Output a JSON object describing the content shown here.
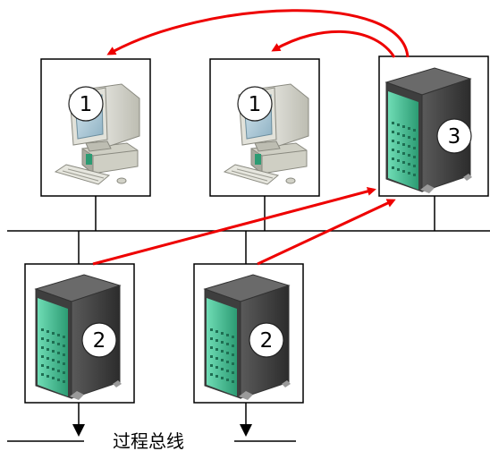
{
  "operator_stations": [
    {
      "badge": "1"
    },
    {
      "badge": "1"
    }
  ],
  "engineering_server": {
    "badge": "3"
  },
  "control_servers": [
    {
      "badge": "2"
    },
    {
      "badge": "2"
    }
  ],
  "process_bus": {
    "label": "过程总线"
  },
  "colors": {
    "arrow": "#ee0000",
    "line": "#000000",
    "monitor": "#d6d6cc",
    "screen": "#a8c8d8",
    "server_body": "#4a4a4a",
    "server_front": "#3fbf95"
  },
  "icons": {
    "operator_station": "desktop-computer-icon",
    "server": "tower-server-icon"
  }
}
